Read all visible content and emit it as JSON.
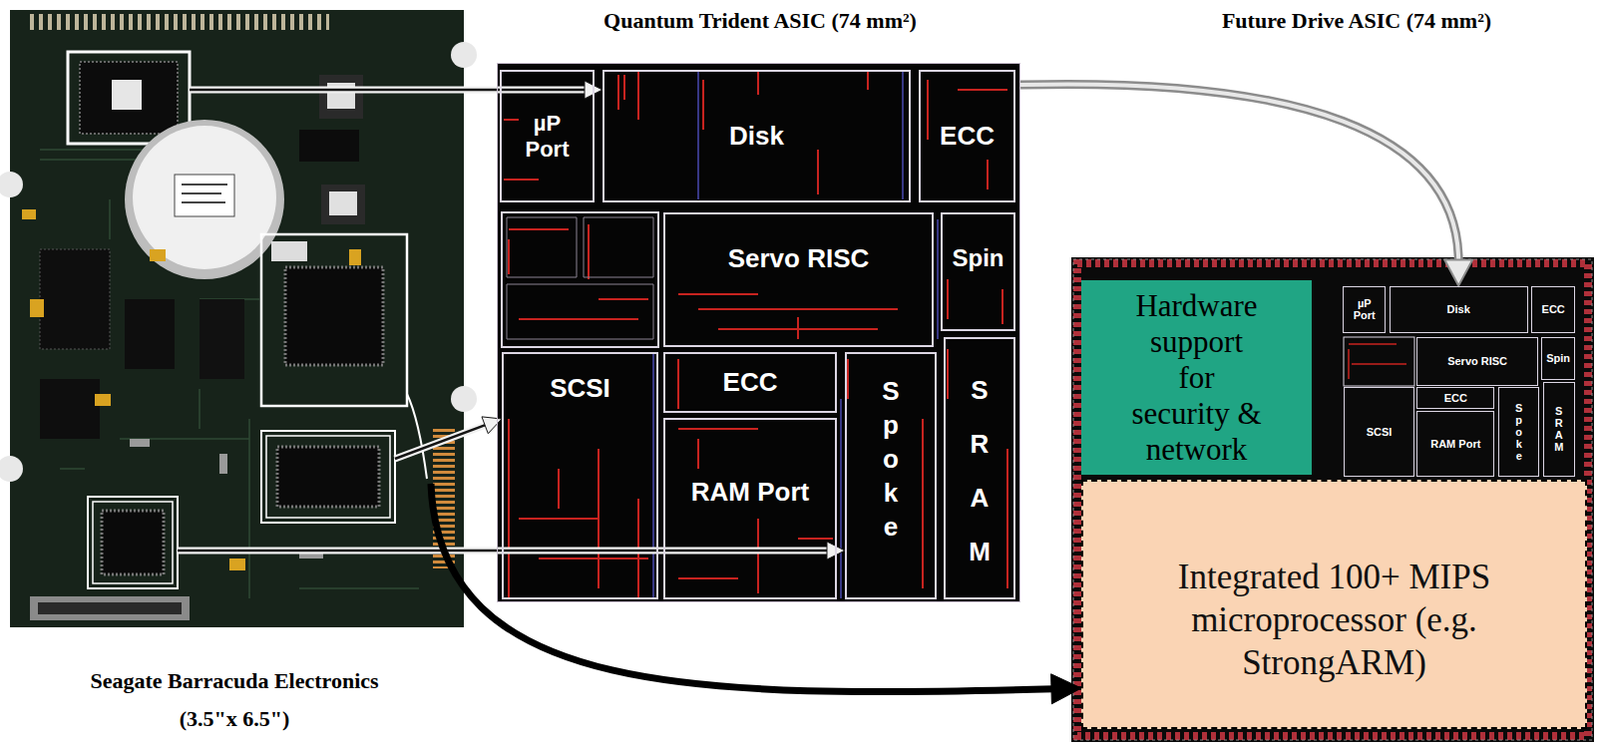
{
  "diagram": {
    "nodes": [
      {
        "text": [
          "Seagate Barracuda Electronics (3.5\"x 6.5\")"
        ]
      },
      {
        "text": [
          "Quantum Trident ASIC (74 mm²)"
        ]
      },
      {
        "text": [
          "µP Port"
        ],
        "in": 1
      },
      {
        "text": [
          "Disk"
        ],
        "in": 1
      },
      {
        "text": [
          "ECC"
        ],
        "in": 1
      },
      {
        "text": [
          "Servo RISC"
        ],
        "in": 1
      },
      {
        "text": [
          "Spin"
        ],
        "in": 1
      },
      {
        "text": [
          "SCSI"
        ],
        "in": 1
      },
      {
        "text": [
          "ECC"
        ],
        "in": 1
      },
      {
        "text": [
          "RAM Port"
        ],
        "in": 1
      },
      {
        "text": [
          "Spoke"
        ],
        "in": 1
      },
      {
        "text": [
          "SRAM"
        ],
        "in": 1
      },
      {
        "text": [
          "Future Drive ASIC (74 mm²)"
        ]
      },
      {
        "text": [
          "Hardware support for security & network"
        ],
        "in": 12
      },
      {
        "text": [
          "µP Port"
        ],
        "in": 12
      },
      {
        "text": [
          "Disk"
        ],
        "in": 12
      },
      {
        "text": [
          "ECC"
        ],
        "in": 12
      },
      {
        "text": [
          "Servo RISC"
        ],
        "in": 12
      },
      {
        "text": [
          "Spin"
        ],
        "in": 12
      },
      {
        "text": [
          "SCSI"
        ],
        "in": 12
      },
      {
        "text": [
          "ECC"
        ],
        "in": 12
      },
      {
        "text": [
          "RAM Port"
        ],
        "in": 12
      },
      {
        "text": [
          "Spoke"
        ],
        "in": 12
      },
      {
        "text": [
          "SRAM"
        ],
        "in": 12
      },
      {
        "text": [
          "Integrated 100+ MIPS microprocessor (e.g. StrongARM)"
        ],
        "in": 12
      }
    ],
    "edges": [
      {
        "from": 0,
        "to": 3,
        "arrow": "to"
      },
      {
        "from": 0,
        "to": 7,
        "arrow": "to"
      },
      {
        "from": 0,
        "to": 10,
        "arrow": "to"
      },
      {
        "from": 0,
        "to": 24,
        "arrow": "to"
      },
      {
        "from": 1,
        "to": 15,
        "arrow": "to"
      }
    ]
  }
}
